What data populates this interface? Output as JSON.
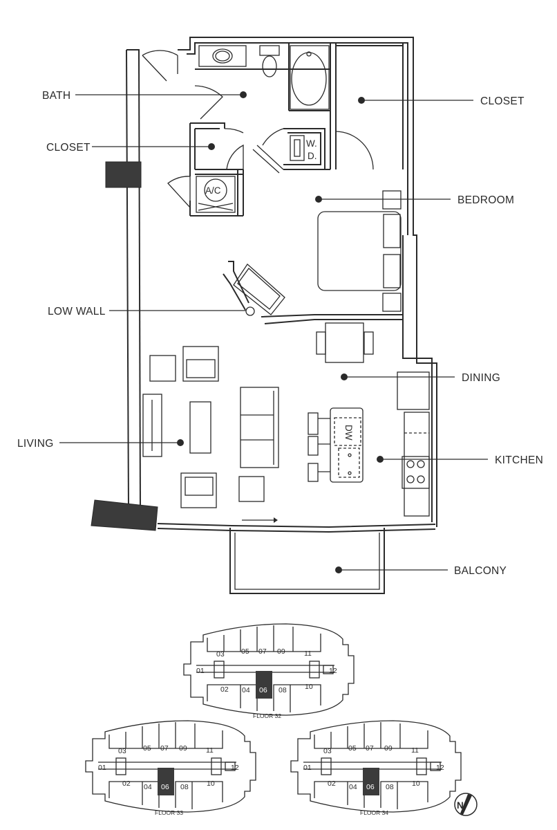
{
  "rooms": [
    {
      "id": "bath",
      "label": "BATH"
    },
    {
      "id": "closet-left",
      "label": "CLOSET"
    },
    {
      "id": "low-wall",
      "label": "LOW WALL"
    },
    {
      "id": "living",
      "label": "LIVING"
    },
    {
      "id": "closet-right",
      "label": "CLOSET"
    },
    {
      "id": "bedroom",
      "label": "BEDROOM"
    },
    {
      "id": "dining",
      "label": "DINING"
    },
    {
      "id": "kitchen",
      "label": "KITCHEN"
    },
    {
      "id": "balcony",
      "label": "BALCONY"
    }
  ],
  "fixtures": {
    "washer_dryer_top": "W.",
    "washer_dryer_bottom": "D.",
    "ac": "A/C",
    "dishwasher": "DW"
  },
  "keyplans": [
    {
      "label": "FLOOR 32",
      "highlight": "06",
      "units": [
        "01",
        "02",
        "03",
        "04",
        "05",
        "06",
        "07",
        "08",
        "09",
        "10",
        "11",
        "12"
      ]
    },
    {
      "label": "FLOOR 33",
      "highlight": "06",
      "units": [
        "01",
        "02",
        "03",
        "04",
        "05",
        "06",
        "07",
        "08",
        "09",
        "10",
        "11",
        "12"
      ]
    },
    {
      "label": "FLOOR 34",
      "highlight": "06",
      "units": [
        "01",
        "02",
        "03",
        "04",
        "05",
        "06",
        "07",
        "08",
        "09",
        "10",
        "11",
        "12"
      ]
    }
  ],
  "north_arrow": "N"
}
